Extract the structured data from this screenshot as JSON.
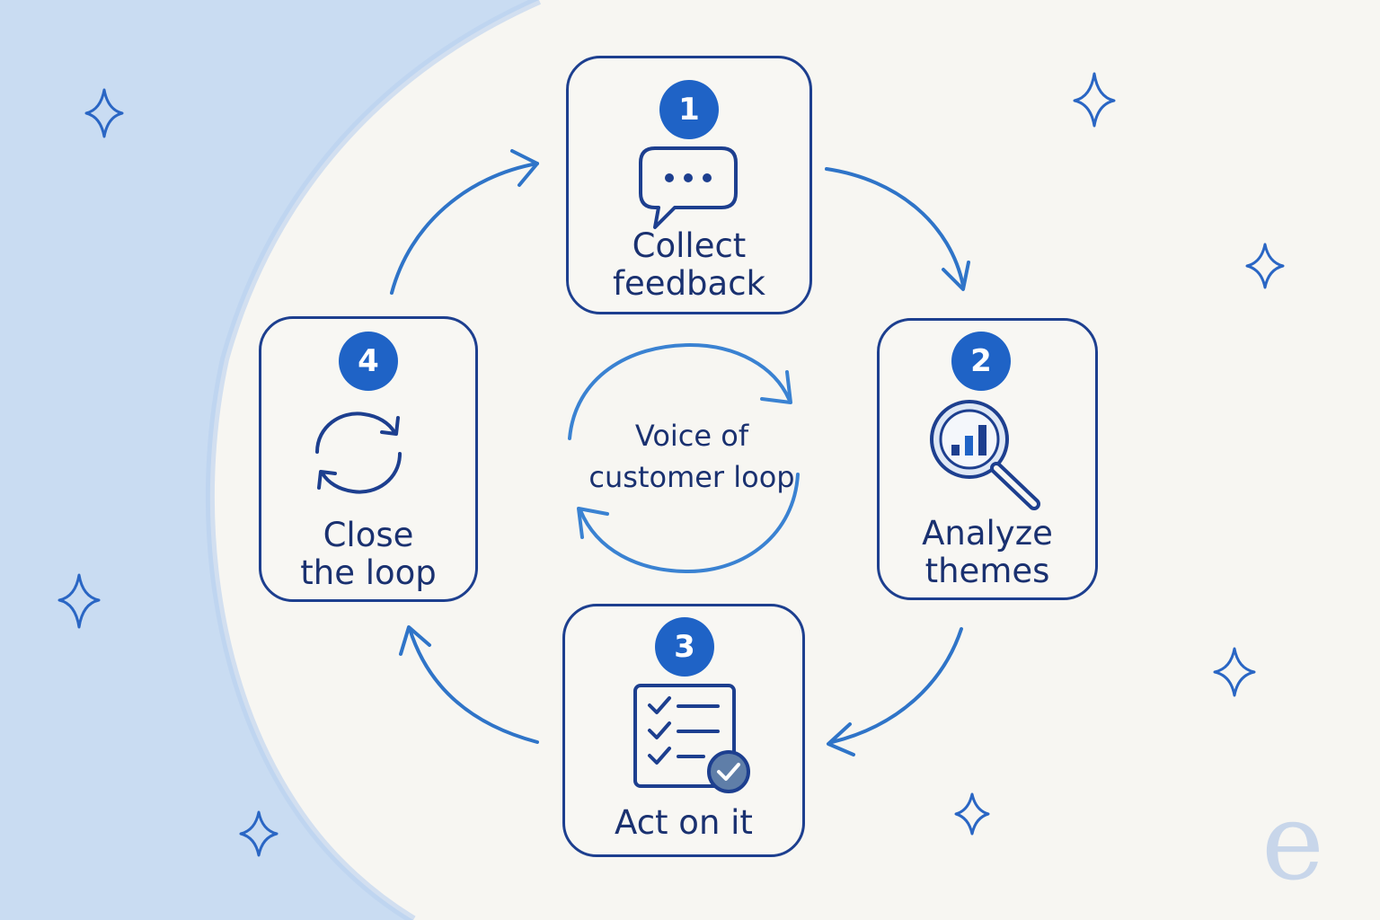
{
  "diagram": {
    "center_label": "Voice of\ncustomer loop",
    "brand_mark": "e",
    "steps": [
      {
        "number": "1",
        "label": "Collect\nfeedback",
        "icon": "chat-bubble-icon"
      },
      {
        "number": "2",
        "label": "Analyze\nthemes",
        "icon": "magnifier-chart-icon"
      },
      {
        "number": "3",
        "label": "Act on it",
        "icon": "checklist-icon"
      },
      {
        "number": "4",
        "label": "Close\nthe loop",
        "icon": "refresh-cycle-icon"
      }
    ]
  },
  "colors": {
    "background": "#f7f6f2",
    "accent_wash": "#c6daf2",
    "outline": "#1d3f8f",
    "badge": "#1f63c6",
    "arrow": "#2f74c8",
    "text": "#1a3170"
  }
}
